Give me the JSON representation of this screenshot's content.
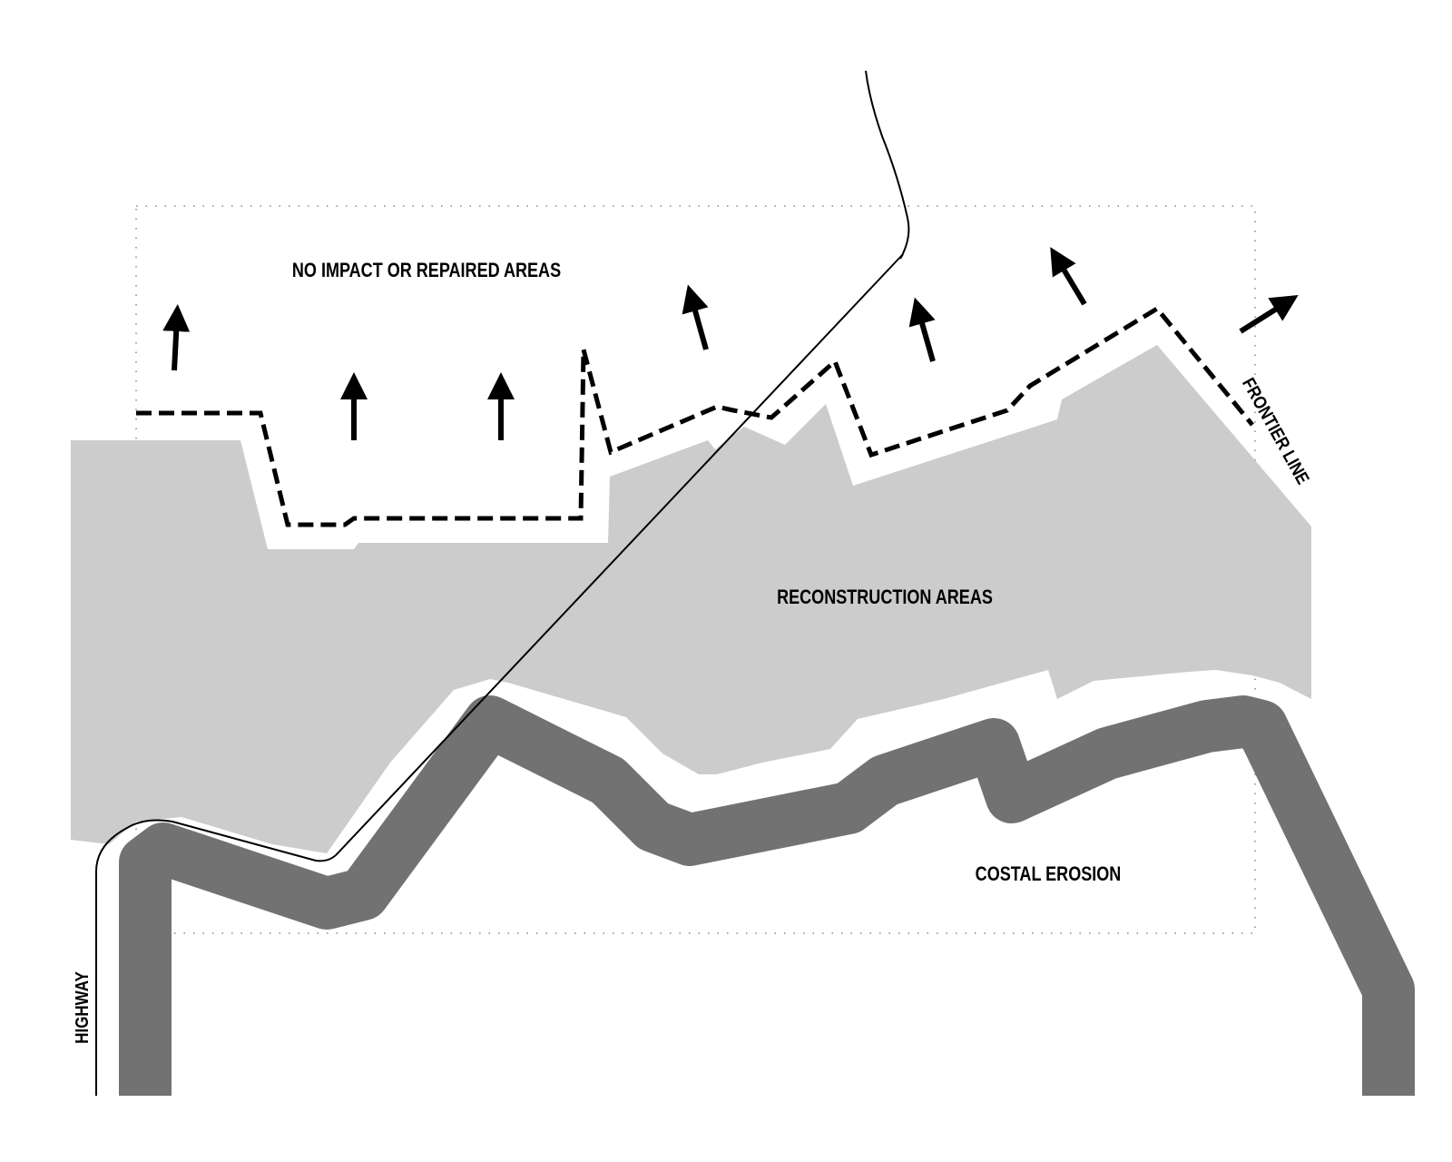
{
  "labels": {
    "no_impact": "NO IMPACT OR REPAIRED AREAS",
    "reconstruction": "RECONSTRUCTION AREAS",
    "coastal_erosion": "COSTAL EROSION",
    "frontier_line": "FRONTIER LINE",
    "highway": "HIGHWAY"
  },
  "colors": {
    "background": "#ffffff",
    "reconstruction_fill": "#cccccc",
    "coastline_band": "#727272",
    "ink": "#000000"
  },
  "icons": {
    "direction_arrows": "arrow-icon"
  }
}
